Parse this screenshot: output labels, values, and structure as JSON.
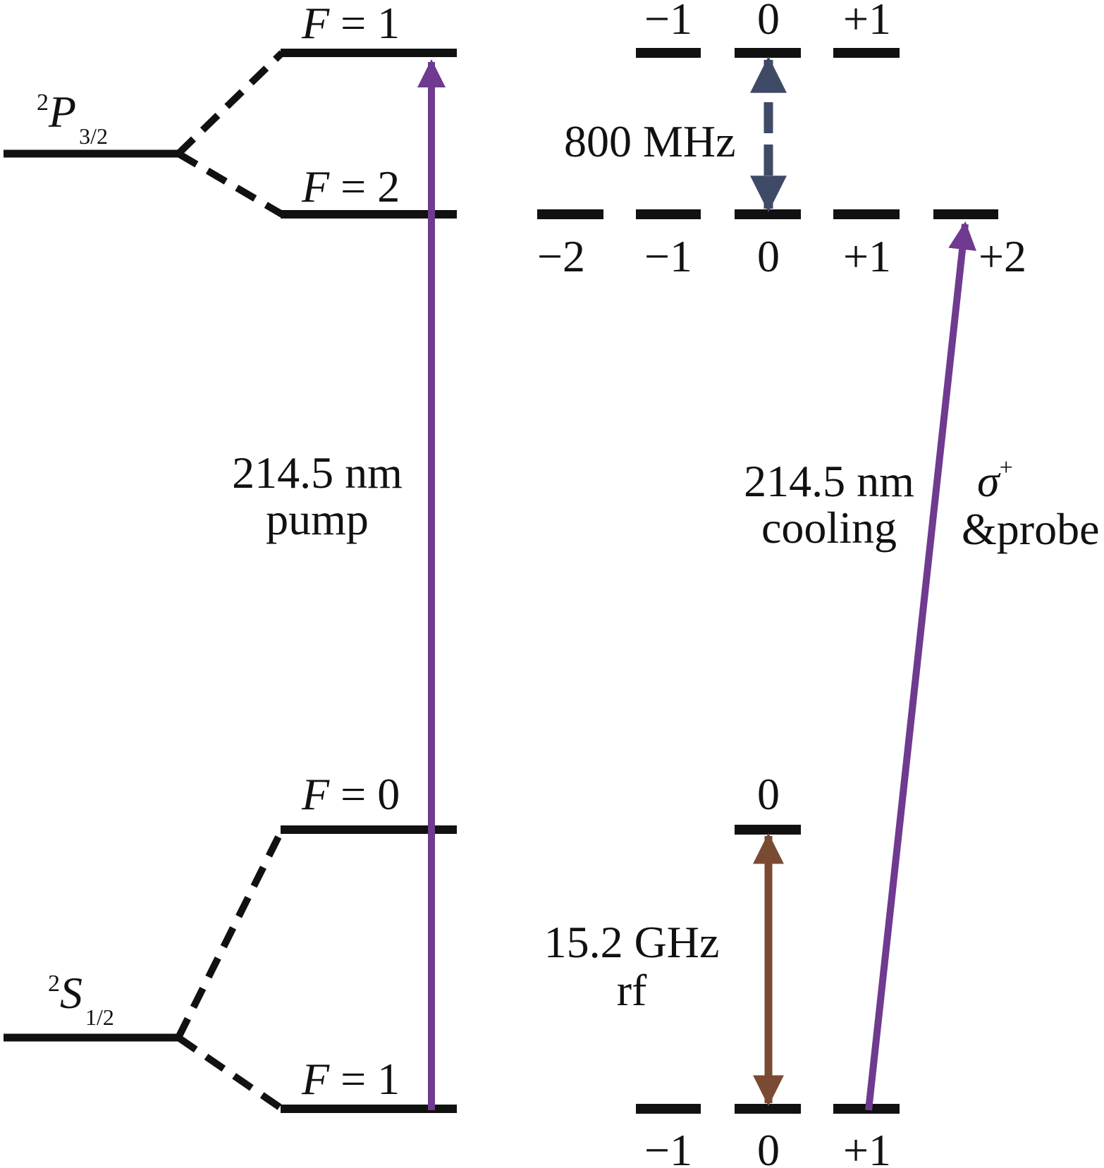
{
  "colors": {
    "level": "#111111",
    "laser": "#6f3a8f",
    "microwave": "#7a4a33",
    "splitting": "#3f4a66"
  },
  "states": {
    "p32": {
      "sup": "2",
      "letter": "P",
      "sub": "3/2"
    },
    "s12": {
      "sup": "2",
      "letter": "S",
      "sub": "1/2"
    }
  },
  "levels": {
    "p_f1": {
      "f": "F",
      "eq": " = 1"
    },
    "p_f2": {
      "f": "F",
      "eq": " = 2"
    },
    "s_f0": {
      "f": "F",
      "eq": " = 0"
    },
    "s_f1": {
      "f": "F",
      "eq": " = 1"
    }
  },
  "sublevels": {
    "p_f1": [
      "−1",
      "0",
      "+1"
    ],
    "p_f2": [
      "−2",
      "−1",
      "0",
      "+1",
      "+2"
    ],
    "s_f0": [
      "0"
    ],
    "s_f1": [
      "−1",
      "0",
      "+1"
    ]
  },
  "transitions": {
    "pump": {
      "line1": "214.5 nm",
      "line2": "pump"
    },
    "cooling": {
      "line1": "214.5 nm",
      "line2": "cooling",
      "pol_symbol": "σ",
      "pol_sup": "+",
      "extra": "&probe"
    },
    "rf": {
      "line1": "15.2 GHz",
      "line2": "rf"
    },
    "hyperfine_p": {
      "label": "800 MHz"
    }
  }
}
